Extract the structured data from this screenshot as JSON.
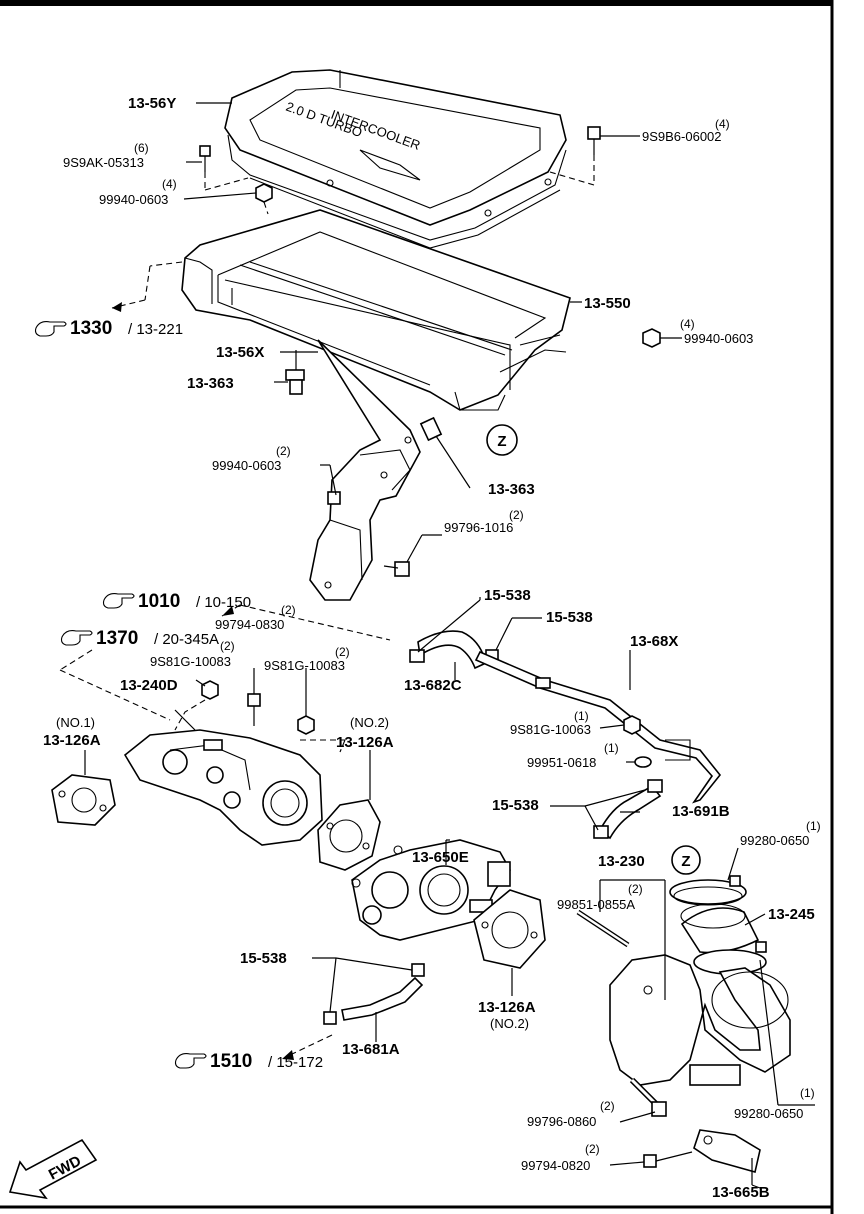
{
  "labels": {
    "p_13_56Y": "13-56Y",
    "p_9S9AK_05313": "9S9AK-05313",
    "q_6": "(6)",
    "p_99940_0603_a": "99940-0603",
    "q_4a": "(4)",
    "p_9S9B6_06002": "9S9B6-06002",
    "q_4b": "(4)",
    "p_13_550": "13-550",
    "p_99940_0603_b": "99940-0603",
    "q_4c": "(4)",
    "p_13_363_a": "13-363",
    "p_99940_0603_c": "99940-0603",
    "q_2a": "(2)",
    "p_13_363_b": "13-363",
    "p_13_56X": "13-56X",
    "p_99796_1016": "99796-1016",
    "q_2b": "(2)",
    "p_15_538_a": "15-538",
    "p_15_538_b": "15-538",
    "p_99794_0830": "99794-0830",
    "q_2c": "(2)",
    "p_9S81G_10083_a": "9S81G-10083",
    "q_2d": "(2)",
    "p_9S81G_10083_b": "9S81G-10083",
    "q_2e": "(2)",
    "p_13_240D": "13-240D",
    "p_13_682C": "13-682C",
    "p_13_68X": "13-68X",
    "p_13_126A_no1": "13-126A",
    "no1": "(NO.1)",
    "p_13_126A_no2": "13-126A",
    "no2": "(NO.2)",
    "p_9S81G_10063": "9S81G-10063",
    "q_1a": "(1)",
    "p_99951_0618": "99951-0618",
    "q_1b": "(1)",
    "p_13_650E": "13-650E",
    "p_15_538_c": "15-538",
    "p_13_691B": "13-691B",
    "p_99280_0650_a": "99280-0650",
    "q_1c": "(1)",
    "p_13_230": "13-230",
    "p_99851_0855A": "99851-0855A",
    "q_2f": "(2)",
    "p_13_245": "13-245",
    "p_15_538_d": "15-538",
    "p_13_126A_b": "13-126A",
    "no2b": "(NO.2)",
    "p_13_681A": "13-681A",
    "p_99796_0860": "99796-0860",
    "q_2g": "(2)",
    "p_99280_0650_b": "99280-0650",
    "q_1d": "(1)",
    "p_99794_0820": "99794-0820",
    "q_2h": "(2)",
    "p_13_665B": "13-665B",
    "zone_z_a": "Z",
    "zone_z_b": "Z",
    "fwd": "FWD",
    "panel_text_1": "2.0 D TURBO",
    "panel_text_2": "INTERCOOLER"
  },
  "refs": {
    "r1330": {
      "num": "1330",
      "sub": "/ 13-221"
    },
    "r1010": {
      "num": "1010",
      "sub": "/ 10-150"
    },
    "r1370": {
      "num": "1370",
      "sub": "/ 20-345A"
    },
    "r1510": {
      "num": "1510",
      "sub": "/ 15-172"
    }
  },
  "icons": {
    "ref_pointer": "pointing-hand-icon",
    "fwd_arrow": "fwd-arrow-icon"
  }
}
